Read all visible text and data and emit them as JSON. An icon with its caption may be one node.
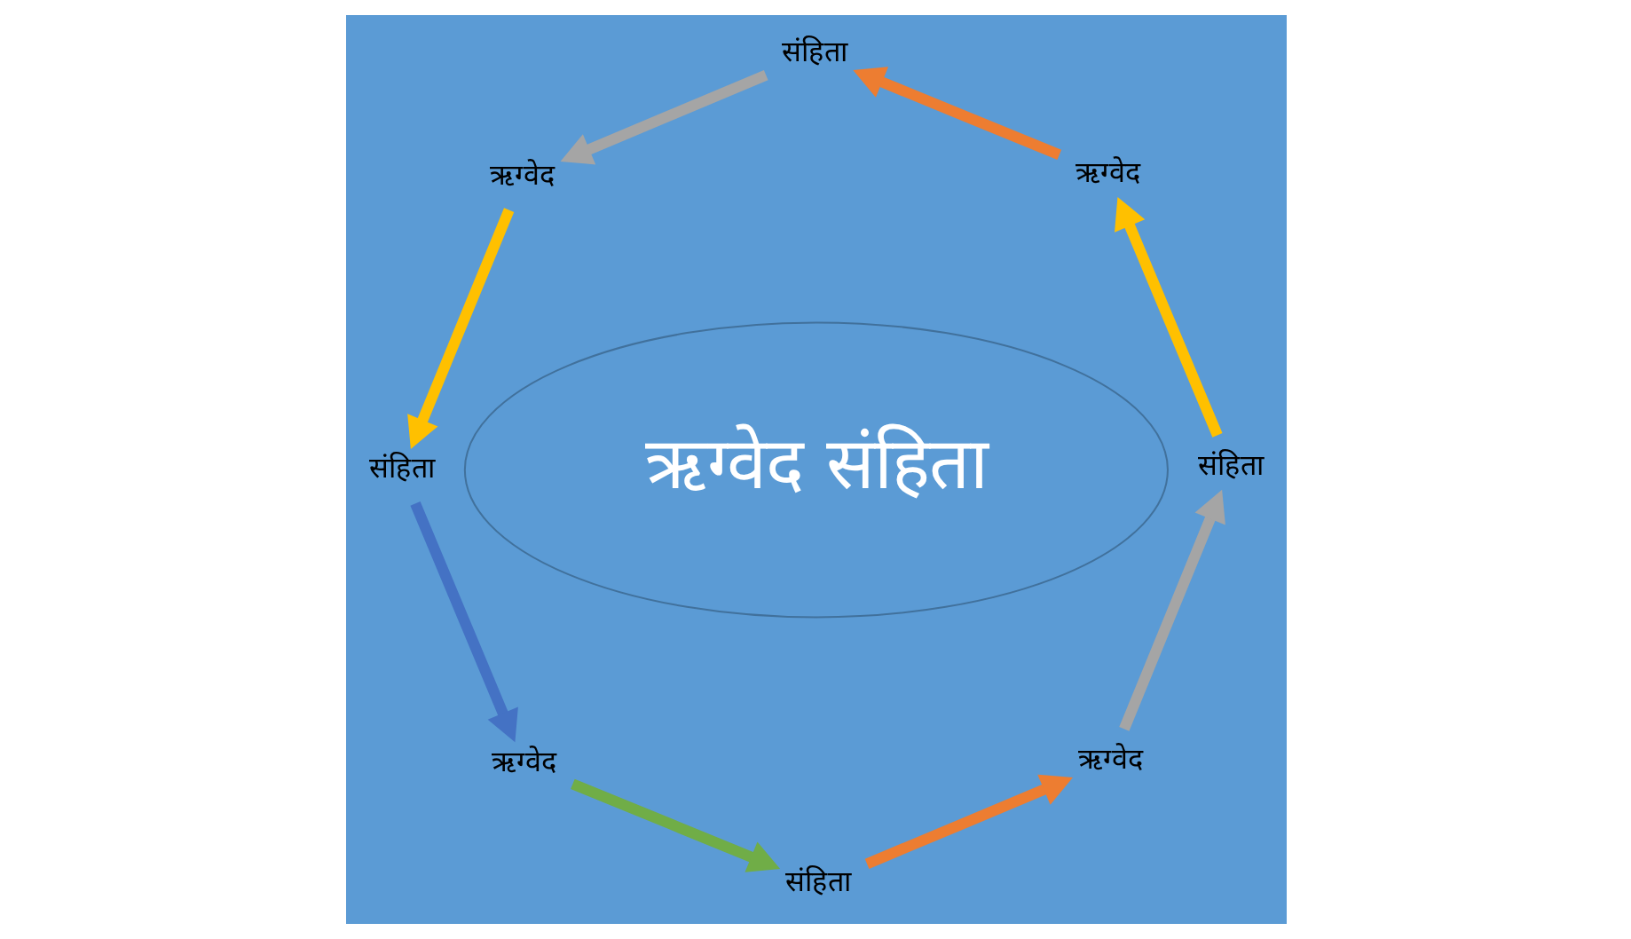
{
  "diagram": {
    "nodes": [
      {
        "text": [
          "ऋग्वेद संहिता"
        ]
      },
      {
        "text": [
          "संहिता"
        ]
      },
      {
        "text": [
          "ऋग्वेद"
        ]
      },
      {
        "text": [
          "संहिता"
        ]
      },
      {
        "text": [
          "ऋग्वेद"
        ]
      },
      {
        "text": [
          "संहिता"
        ]
      },
      {
        "text": [
          "ऋग्वेद"
        ]
      },
      {
        "text": [
          "संहिता"
        ]
      },
      {
        "text": [
          "ऋग्वेद"
        ]
      }
    ],
    "edges": [
      {
        "from": 1,
        "to": 2,
        "arrow": "to",
        "color": "#ffc000"
      },
      {
        "from": 2,
        "to": 3,
        "arrow": "to",
        "color": "#ed7d31"
      },
      {
        "from": 3,
        "to": 4,
        "arrow": "to",
        "color": "#a5a5a5"
      },
      {
        "from": 4,
        "to": 5,
        "arrow": "to",
        "color": "#ffc000"
      },
      {
        "from": 5,
        "to": 6,
        "arrow": "to",
        "color": "#4472c4"
      },
      {
        "from": 6,
        "to": 7,
        "arrow": "to",
        "color": "#70ad47"
      },
      {
        "from": 7,
        "to": 8,
        "arrow": "to",
        "color": "#ed7d31"
      },
      {
        "from": 8,
        "to": 1,
        "arrow": "to",
        "color": "#a5a5a5"
      }
    ]
  }
}
